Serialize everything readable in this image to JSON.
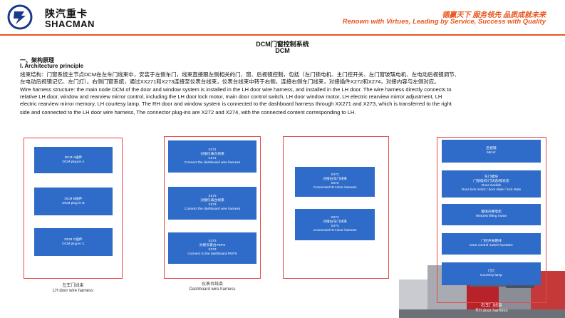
{
  "header": {
    "brand_cn": "陕汽重卡",
    "brand_en": "SHACMAN",
    "slogan_cn": "德赢天下 服务领先 品质成就未来",
    "slogan_en": "Renown with Virtues, Leading by Service, Success with Quality"
  },
  "title": {
    "line1": "DCM门窗控制系统",
    "line2": "DCM"
  },
  "section": {
    "heading_cn": "一、架构原理",
    "heading_en": "I. Architecture principle",
    "para_cn_1": "线束结构：门窗系统主节点DCM在左车门线束中，安装于左侧车门，线束直接跟左侧相关的门、窗、后视镜控制，包括（左门锁电机、主门控开关、左门窗玻璃电机、左电动后视镜调节、",
    "para_cn_2": "左电动后视镜记忆、左门灯）。右侧门窗系统，通过XX271和X273连接至仪表台线束，仪表台线束中转于右侧，连接右侧车门线束，对接插件X272和X274，对接内容与左侧对应。",
    "para_en_1": "Wire harness structure: the main node DCM of the door and window system is installed in the LH door wire harness, and installed in the LH door. The wire harness directly connects to",
    "para_en_2": "relative LH door, window and rearview mirror control, including the LH door lock motor, main door control switch, LH door window motor, LH electric rearview mirror adjustment, LH",
    "para_en_3": "electric rearview mirror memory, LH courtesy lamp. The RH door and window system is connected to the dashboard harness through XX271 and X273, which is transferred to the right",
    "para_en_4": "side and connected to the LH door wire harness, The connector plug-ins are X272 and X274, with the connected content corresponding to LH."
  },
  "diagram": {
    "lh_door": {
      "caption_cn": "左车门线束",
      "caption_en": "LH door wire harness",
      "blocks": [
        {
          "cn": "DCM A插件",
          "en": "DCM plug-in A"
        },
        {
          "cn": "DCM B插件",
          "en": "DCM plug-in B"
        },
        {
          "cn": "DCM C插件",
          "en": "DCM plug-in C"
        }
      ]
    },
    "dashboard": {
      "caption_cn": "仪表台线束",
      "caption_en": "Dashboard wire harness",
      "blocks": [
        {
          "l1": "X271",
          "l2": "对接仪表台线束",
          "l3": "X271",
          "l4": "Connect the dashboard wire harness"
        },
        {
          "l1": "X273",
          "l2": "对接仪表台线束",
          "l3": "X273",
          "l4": "Connect the dashboard wire harness"
        },
        {
          "l1": "X373",
          "l2": "对接仪表台PEPS",
          "l3": "X373",
          "l4": "Connect to the dashboard PEPS"
        }
      ]
    },
    "rh_plugs": {
      "blocks": [
        {
          "l1": "X272",
          "l2": "对接右车门线束",
          "l3": "X272",
          "l4": "Connected RH door harness"
        },
        {
          "l1": "X274",
          "l2": "对接右车门线束",
          "l3": "X274",
          "l4": "Connected RH door harness"
        }
      ]
    },
    "rh_door": {
      "caption_cn": "右车门线束",
      "caption_en": "RH door harness",
      "blocks": [
        {
          "l1": "后视镜",
          "l2": "Mirror"
        },
        {
          "l1": "车门模块",
          "l2": "门锁电机/门状态/锁状态",
          "l3": "Door module",
          "l4": "Door lock motor / door state / lock state"
        },
        {
          "l1": "玻璃升降电机",
          "l2": "Window lifting motor"
        },
        {
          "l1": "门控开关硬线",
          "l2": "Door control switch hardwire"
        },
        {
          "l1": "门灯",
          "l2": "Courtesy lamp"
        }
      ]
    }
  }
}
